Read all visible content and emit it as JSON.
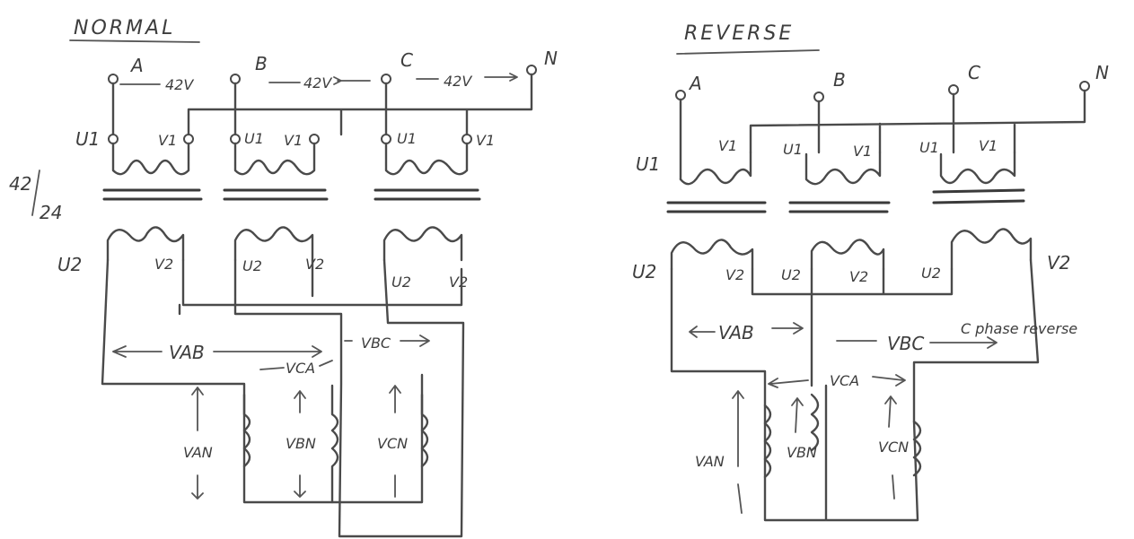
{
  "normal": {
    "title": "NORMAL",
    "phases": [
      "A",
      "B",
      "C"
    ],
    "neutral": "N",
    "phase_voltage": "42V",
    "ratio_num": "42",
    "ratio_den": "24",
    "primary_u": "U1",
    "primary_v": "V1",
    "secondary_u": "U2",
    "secondary_v": "V2",
    "line_voltages": [
      "VAB",
      "VCA",
      "VBC"
    ],
    "phase_voltages": [
      "VAN",
      "VBN",
      "VCN"
    ]
  },
  "reverse": {
    "title": "REVERSE",
    "phases": [
      "A",
      "B",
      "C"
    ],
    "neutral": "N",
    "primary_u": "U1",
    "primary_v": "V1",
    "secondary_u": "U2",
    "secondary_v": "V2",
    "line_voltages": [
      "VAB",
      "VBC",
      "VCA"
    ],
    "phase_voltages": [
      "VAN",
      "VBN",
      "VCN"
    ],
    "note": "C phase reverse"
  }
}
